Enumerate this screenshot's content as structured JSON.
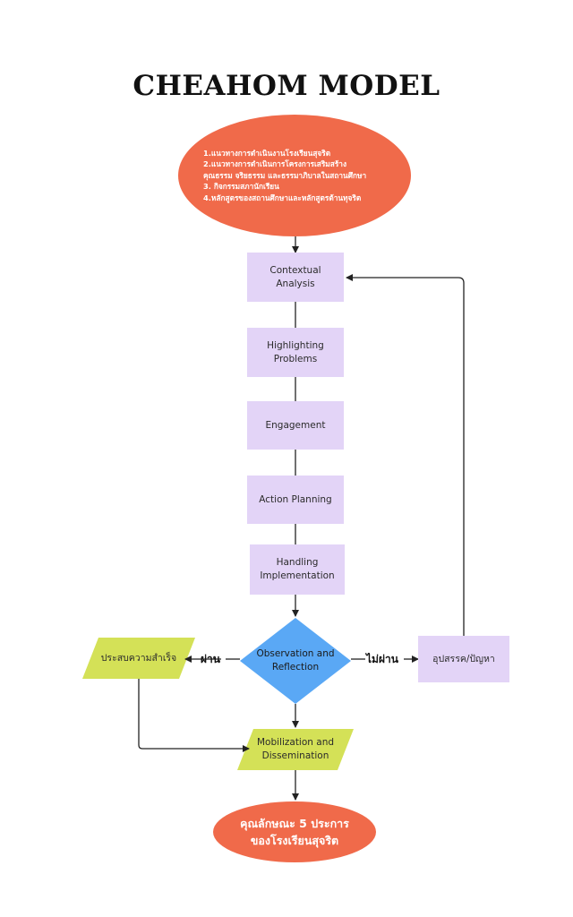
{
  "title": "CHEAHOM MODEL",
  "top_oval": {
    "lines": [
      "1.แนวทางการดำเนินงานโรงเรียนสุจริต",
      "2.แนวทางการดำเนินการโครงการเสริมสร้าง",
      "คุณธรรม จริยธรรม และธรรมาภิบาลในสถานศึกษา",
      "3. กิจกรรมสภานักเรียน",
      "4.หลักสูตรของสถานศึกษาและหลักสูตรต้านทุจริต"
    ]
  },
  "steps": {
    "contextual": "Contextual Analysis",
    "highlighting": "Highlighting Problems",
    "engagement": "Engagement",
    "action_planning": "Action Planning",
    "handling": "Handling Implementation"
  },
  "decision": {
    "label": "Observation and Reflection",
    "pass_label": "ผ่าน",
    "fail_label": "ไม่ผ่าน"
  },
  "success": "ประสบความสำเร็จ",
  "obstacle": "อุปสรรค/ปัญหา",
  "mobilization": "Mobilization and Dissemination",
  "result": {
    "line1": "คุณลักษณะ 5 ประการ",
    "line2": "ของโรงเรียนสุจริต"
  },
  "colors": {
    "oval": "#f06a4a",
    "step": "#e3d4f7",
    "decision": "#5aa8f5",
    "parallelogram": "#d4e157"
  }
}
